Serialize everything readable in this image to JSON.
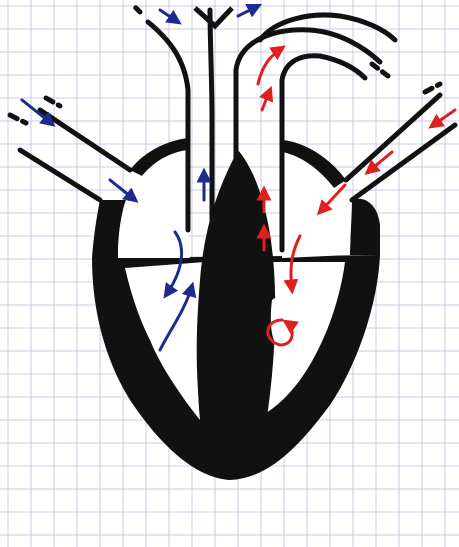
{
  "diagram": {
    "subject": "heart",
    "paper": {
      "background": "#ffffff",
      "grid_color": "#c9c9e6"
    },
    "colors": {
      "ink": "#111111",
      "deoxygenated_flow": "#1f2a8f",
      "oxygenated_flow": "#e02020"
    },
    "flow_arrow_counts": {
      "blue": 7,
      "red": 9
    }
  }
}
